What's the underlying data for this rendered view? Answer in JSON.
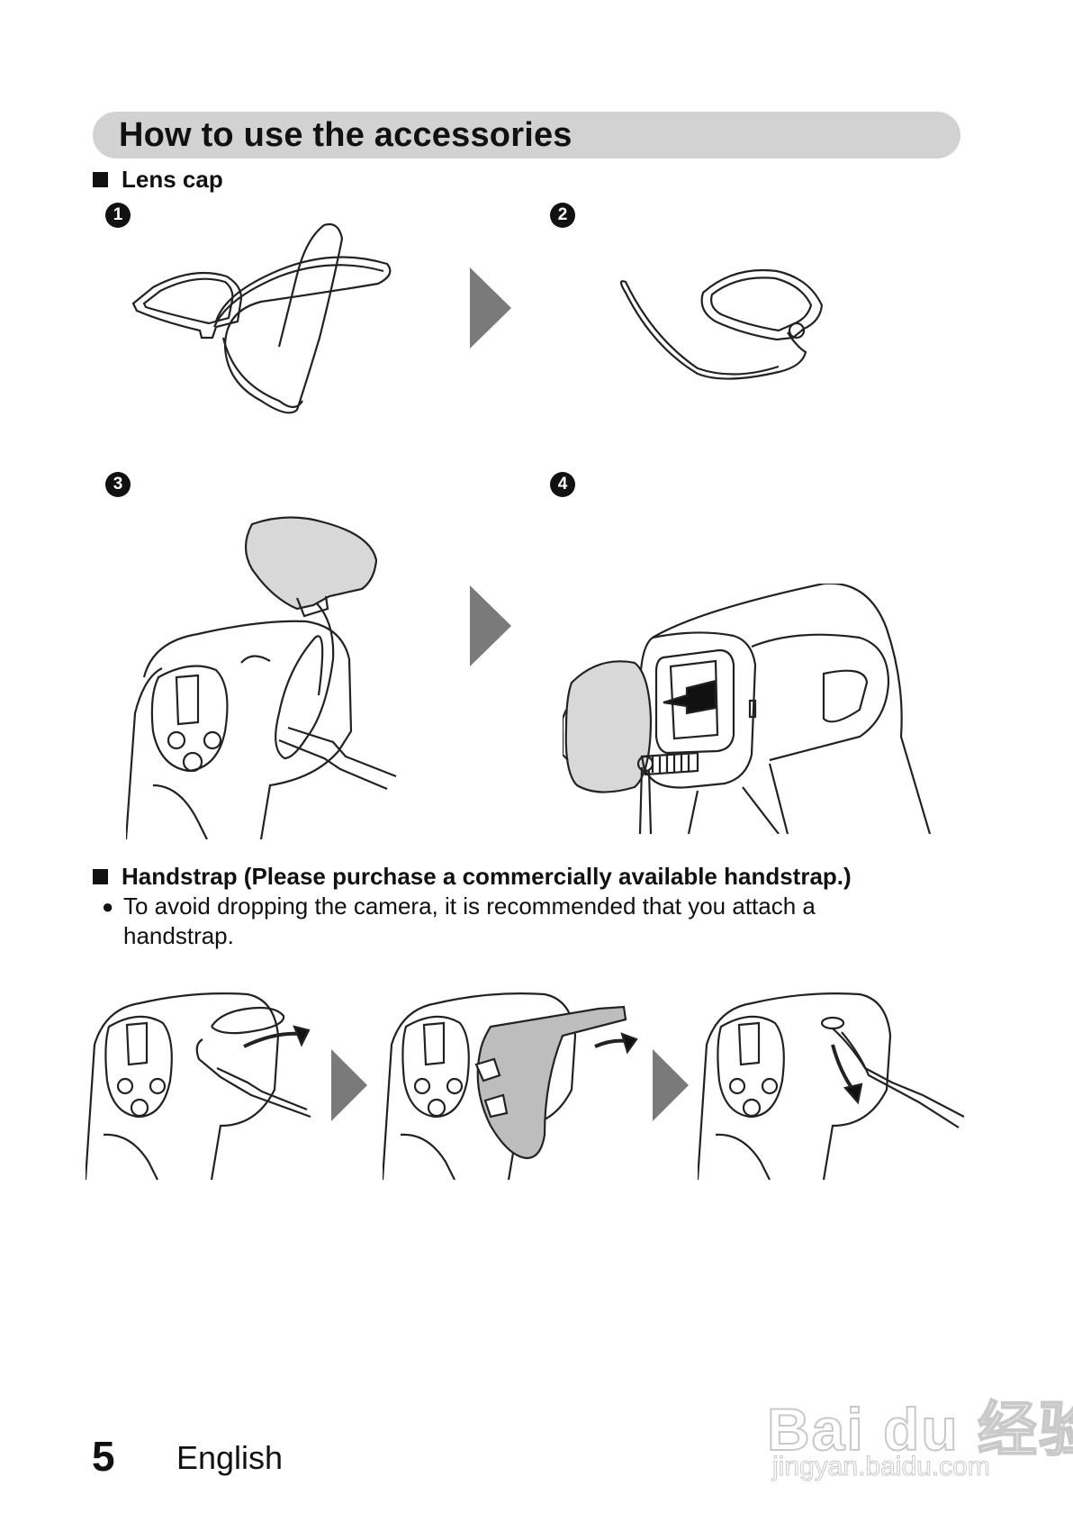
{
  "heading": "How to use the accessories",
  "lens_cap": {
    "title": "Lens cap",
    "steps": [
      "1",
      "2",
      "3",
      "4"
    ]
  },
  "handstrap": {
    "title": "Handstrap (Please purchase a commercially available handstrap.)",
    "bullet": "To avoid dropping the camera, it is recommended that you attach a handstrap."
  },
  "footer": {
    "page_number": "5",
    "language": "English"
  },
  "watermark": {
    "main": "Bai du 经验",
    "sub": "jingyan.baidu.com"
  },
  "colors": {
    "heading_bar": "#d2d2d2",
    "arrow": "#7a7a7a",
    "cap_fill": "#d8d8d8"
  }
}
